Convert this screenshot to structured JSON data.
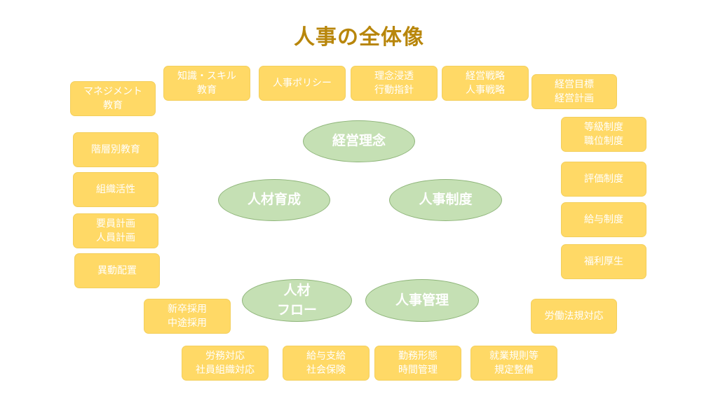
{
  "title": "人事の全体像",
  "core": {
    "keiei_rinen": "経営理念",
    "jinzai_ikusei": "人材育成",
    "jinji_seido": "人事制度",
    "jinzai_flow": "人材\nフロー",
    "jinji_kanri": "人事管理"
  },
  "items": {
    "management_edu": "マネジメント\n教育",
    "chishiki_skill": "知識・スキル\n教育",
    "jinji_policy": "人事ポリシー",
    "rinen_shinto": "理念浸透\n行動指針",
    "keiei_senryaku": "経営戦略\n人事戦略",
    "keiei_mokuhyo": "経営目標\n経営計画",
    "kaisoubetsu": "階層別教育",
    "soshiki_kasseika": "組織活性",
    "youin_keikaku": "要員計画\n人員計画",
    "idou_haichi": "異動配置",
    "tokyu_seido": "等級制度\n職位制度",
    "hyoka_seido": "評価制度",
    "kyuyo_seido": "給与制度",
    "fukuri_kosei": "福利厚生",
    "roudouhou": "労働法規対応",
    "saiyo": "新卒採用\n中途採用",
    "roumu": "労務対応\n社員組織対応",
    "kyuyo_shiharai": "給与支給\n社会保険",
    "kinmu_keitai": "勤務形態\n時間管理",
    "shugyo_kisoku": "就業規則等\n規定整備"
  }
}
